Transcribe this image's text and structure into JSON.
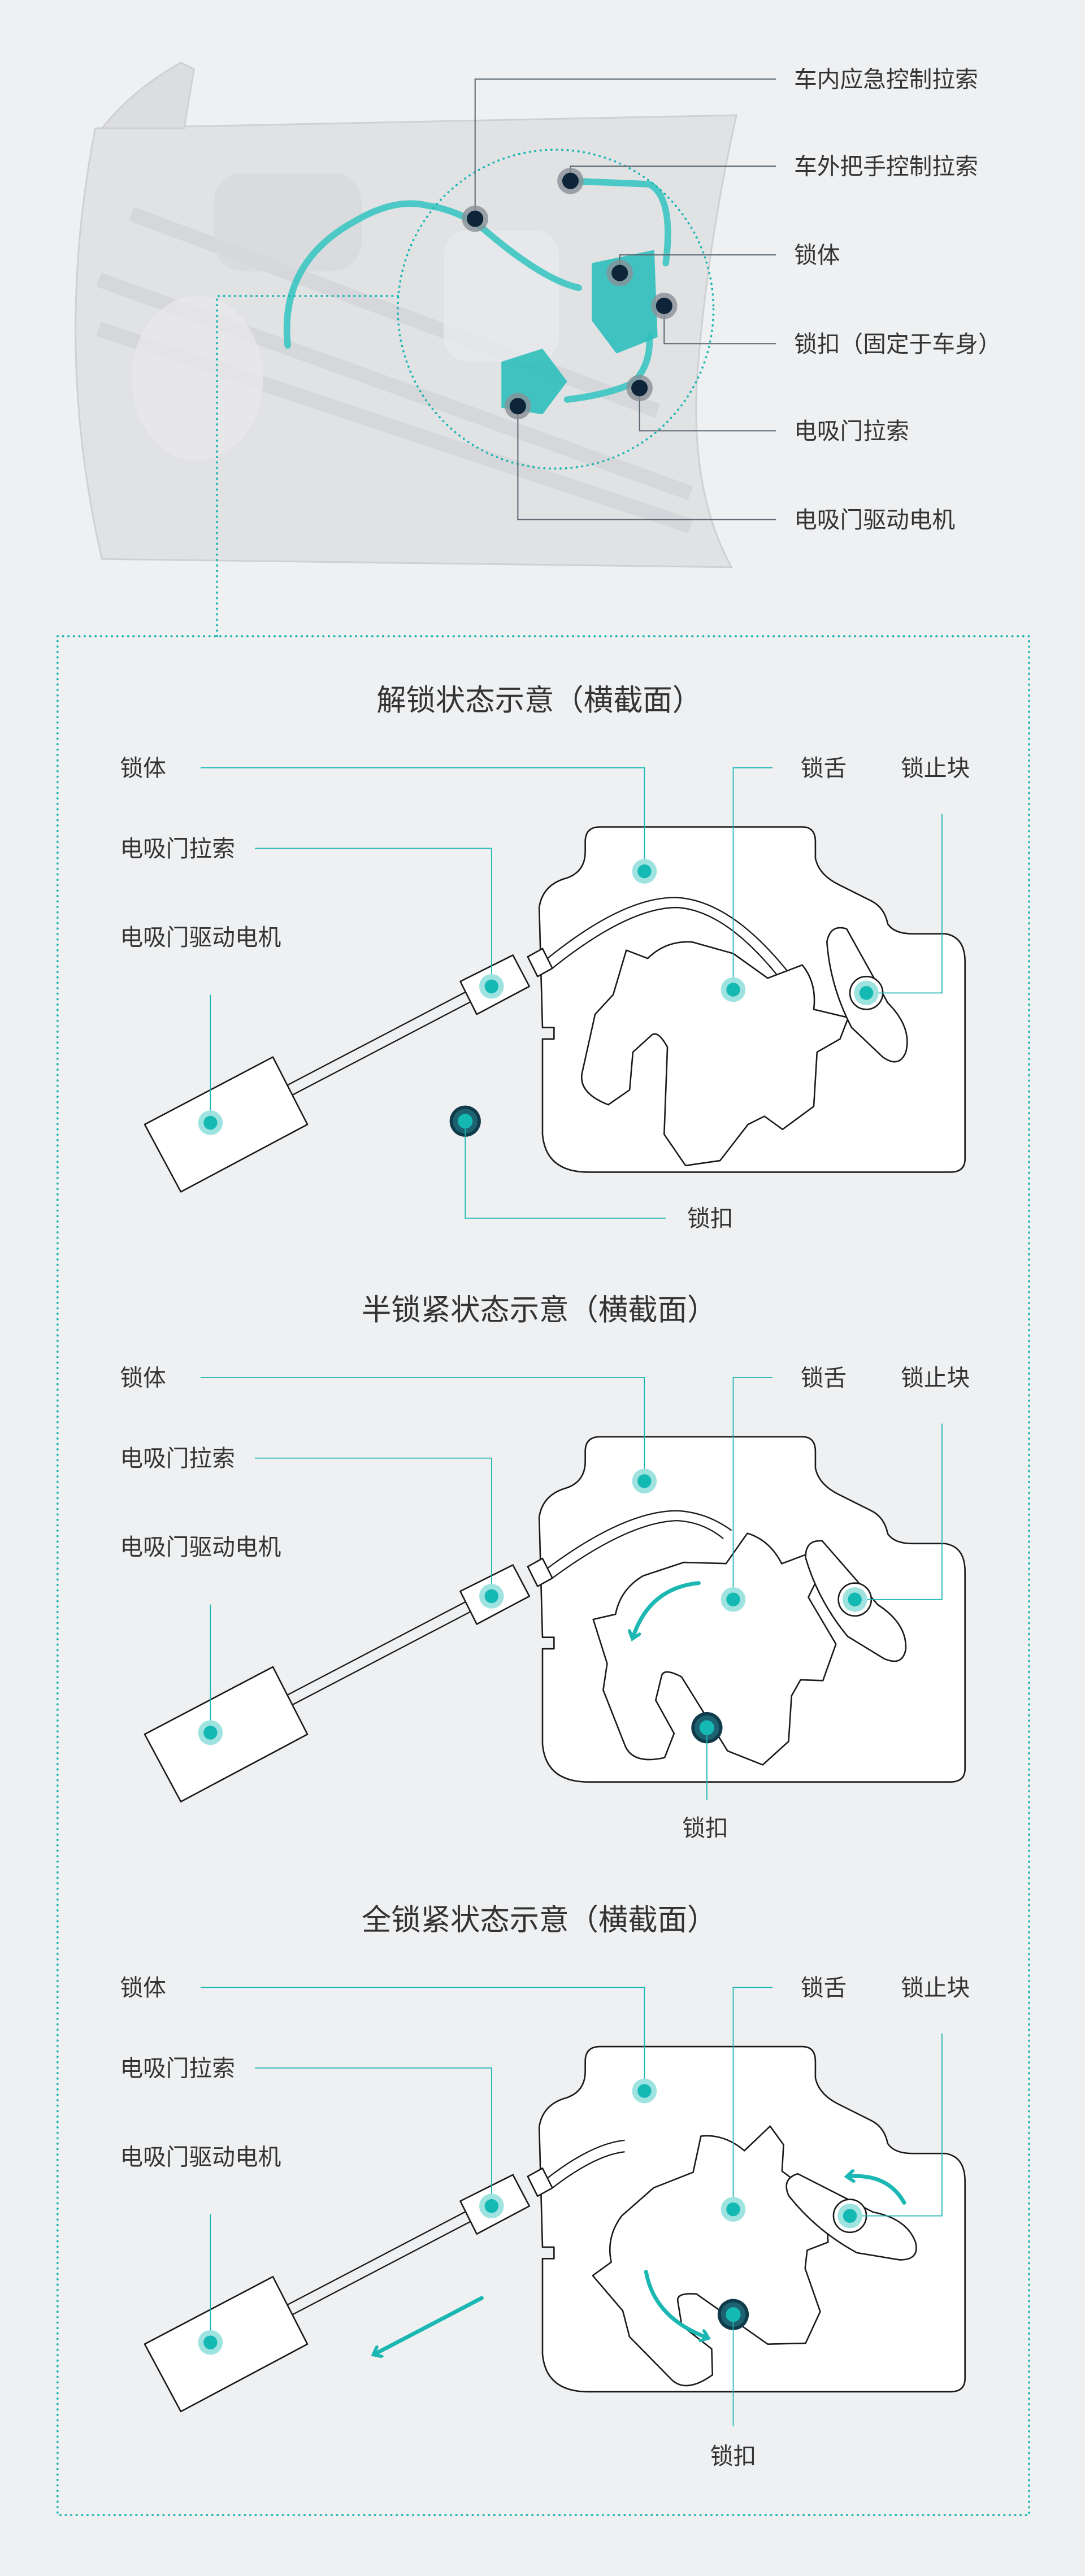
{
  "overview": {
    "labels": [
      "车内应急控制拉索",
      "车外把手控制拉索",
      "锁体",
      "锁扣（固定于车身）",
      "电吸门拉索",
      "电吸门驱动电机"
    ]
  },
  "panels": [
    {
      "title": "解锁状态示意（横截面）",
      "body": "锁体",
      "cable": "电吸门拉索",
      "motor": "电吸门驱动电机",
      "bolt": "锁舌",
      "stop": "锁止块",
      "latch": "锁扣"
    },
    {
      "title": "半锁紧状态示意（横截面）",
      "body": "锁体",
      "cable": "电吸门拉索",
      "motor": "电吸门驱动电机",
      "bolt": "锁舌",
      "stop": "锁止块",
      "latch": "锁扣"
    },
    {
      "title": "全锁紧状态示意（横截面）",
      "body": "锁体",
      "cable": "电吸门拉索",
      "motor": "电吸门驱动电机",
      "bolt": "锁舌",
      "stop": "锁止块",
      "latch": "锁扣"
    }
  ],
  "colors": {
    "accent": "#1bb7b3",
    "halo": "#9fe3e0",
    "latch": "#0f3b4a",
    "background": "#eff0f2"
  }
}
